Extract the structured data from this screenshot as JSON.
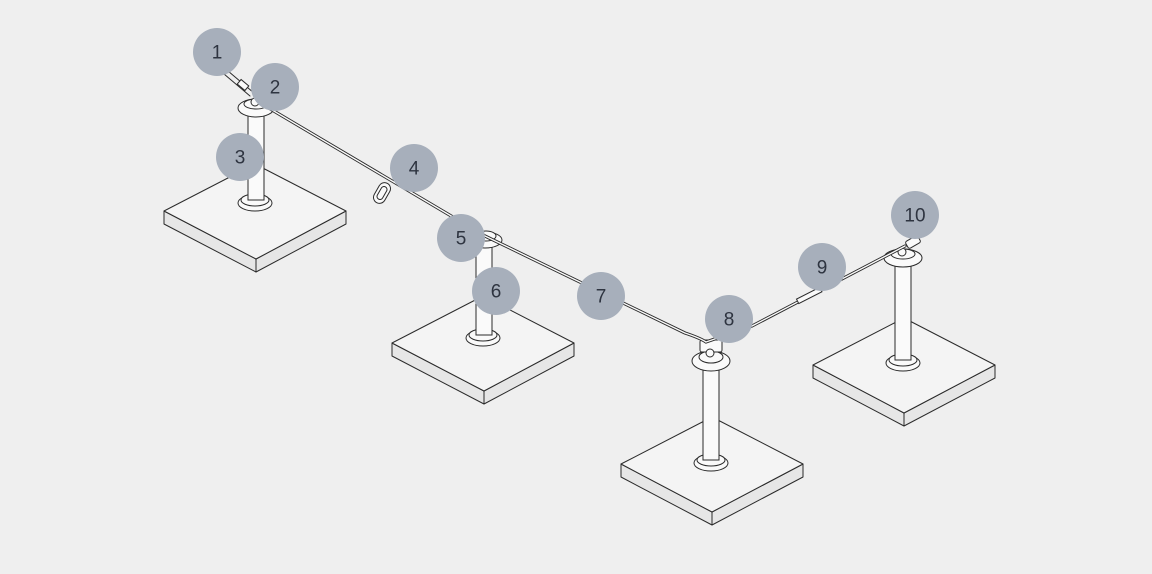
{
  "background": "#efefef",
  "callout_color": "#a7afbb",
  "callout_text_color": "#2e3440",
  "callouts": [
    {
      "label": "1"
    },
    {
      "label": "2"
    },
    {
      "label": "3"
    },
    {
      "label": "4"
    },
    {
      "label": "5"
    },
    {
      "label": "6"
    },
    {
      "label": "7"
    },
    {
      "label": "8"
    },
    {
      "label": "9"
    },
    {
      "label": "10"
    }
  ]
}
